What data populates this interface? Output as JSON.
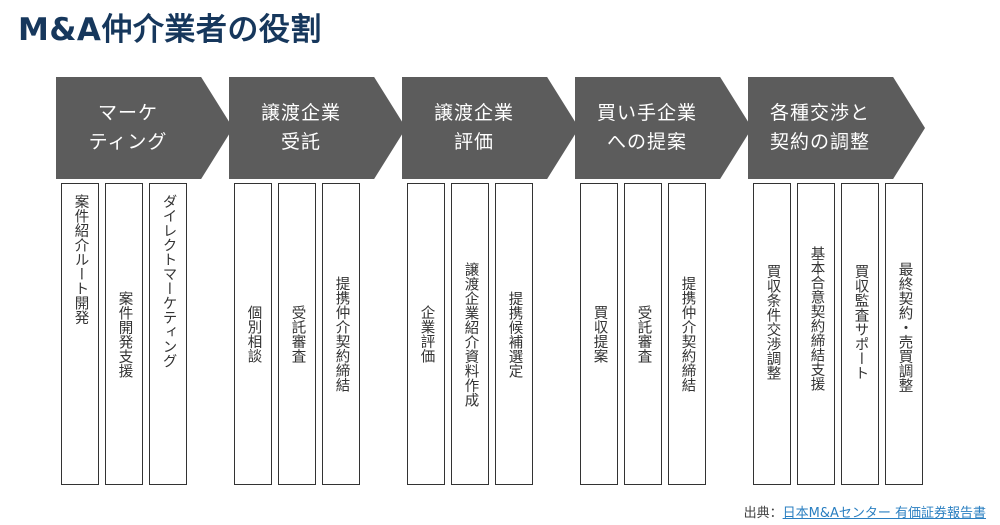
{
  "title": "M&A仲介業者の役割",
  "stages": [
    {
      "label": "マーケ\nティング",
      "tasks": [
        {
          "label": "案件紹介ルート開発"
        },
        {
          "label": "案件開発支援"
        },
        {
          "label": "ダイレクトマーケティング"
        }
      ]
    },
    {
      "label": "譲渡企業\n受託",
      "tasks": [
        {
          "label": "個別相談"
        },
        {
          "label": "受託審査"
        },
        {
          "label": "提携仲介契約締結"
        }
      ]
    },
    {
      "label": "譲渡企業\n評価",
      "tasks": [
        {
          "label": "企業評価"
        },
        {
          "label": "譲渡企業紹介資料作成"
        },
        {
          "label": "提携候補選定"
        }
      ]
    },
    {
      "label": "買い手企業\nへの提案",
      "tasks": [
        {
          "label": "買収提案"
        },
        {
          "label": "受託審査"
        },
        {
          "label": "提携仲介契約締結"
        }
      ]
    },
    {
      "label": "各種交渉と\n契約の調整",
      "tasks": [
        {
          "label": "買収条件交渉調整"
        },
        {
          "label": "基本合意契約締結支援"
        },
        {
          "label": "買収監査サポート"
        },
        {
          "label": "最終契約・売買調整"
        }
      ]
    }
  ],
  "source": {
    "prefix": "出典：",
    "link_text": "日本M&Aセンター 有価証券報告書"
  },
  "colors": {
    "title": "#16375c",
    "arrow": "#5c5c5c",
    "link": "#2a7fc1"
  }
}
